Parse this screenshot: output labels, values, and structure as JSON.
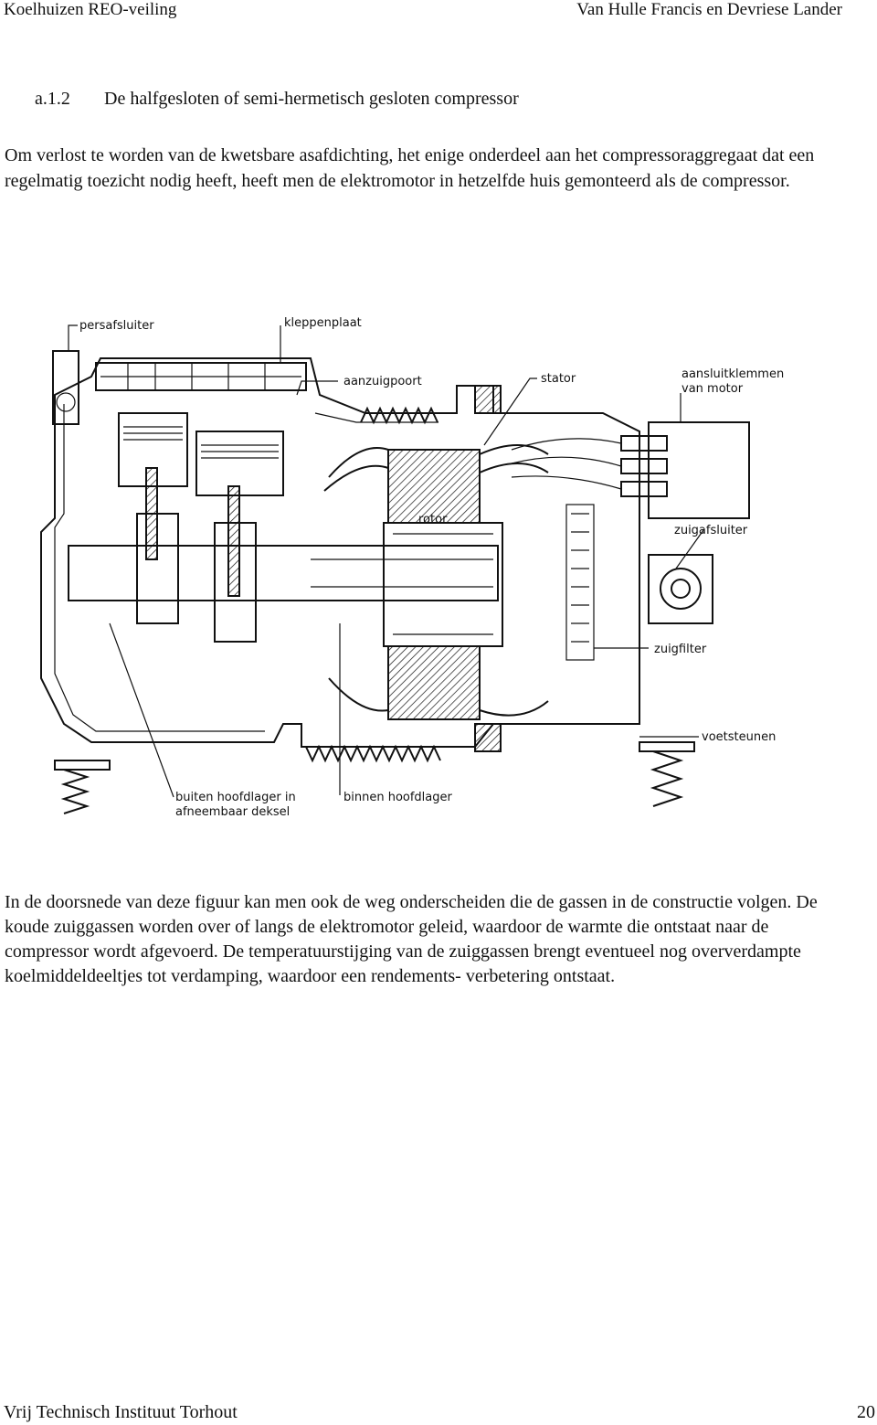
{
  "header": {
    "left": "Koelhuizen REO-veiling",
    "right": "Van Hulle Francis en Devriese Lander"
  },
  "section": {
    "number": "a.1.2",
    "title": "De halfgesloten of semi-hermetisch gesloten compressor"
  },
  "intro": "Om verlost te worden van de kwetsbare asafdichting, het enige onderdeel aan het compressoraggregaat dat een regelmatig toezicht nodig heeft, heeft men de elektromotor in hetzelfde huis gemonteerd als de compressor.",
  "figure": {
    "labels": {
      "persafsluiter": "persafsluiter",
      "kleppenplaat": "kleppenplaat",
      "aanzuigpoort": "aanzuigpoort",
      "stator": "stator",
      "aansluitklemmen_1": "aansluitklemmen",
      "aansluitklemmen_2": "van motor",
      "rotor": "rotor",
      "zuigafsluiter": "zuigafsluiter",
      "zuigfilter": "zuigfilter",
      "voetsteunen": "voetsteunen",
      "buiten_1": "buiten hoofdlager in",
      "buiten_2": "afneembaar deksel",
      "binnen": "binnen hoofdlager"
    }
  },
  "body": "In de doorsnede van deze figuur kan men ook de weg onderscheiden die de gassen in de constructie volgen. De koude zuiggassen worden over of langs de elektromotor geleid, waardoor de warmte die ontstaat naar de compressor wordt afgevoerd. De temperatuurstijging van de zuiggassen brengt eventueel nog oververdampte koelmiddeldeeltjes tot verdamping, waardoor een rendements- verbetering ontstaat.",
  "footer": {
    "left": "Vrij Technisch Instituut Torhout",
    "page": "20"
  }
}
